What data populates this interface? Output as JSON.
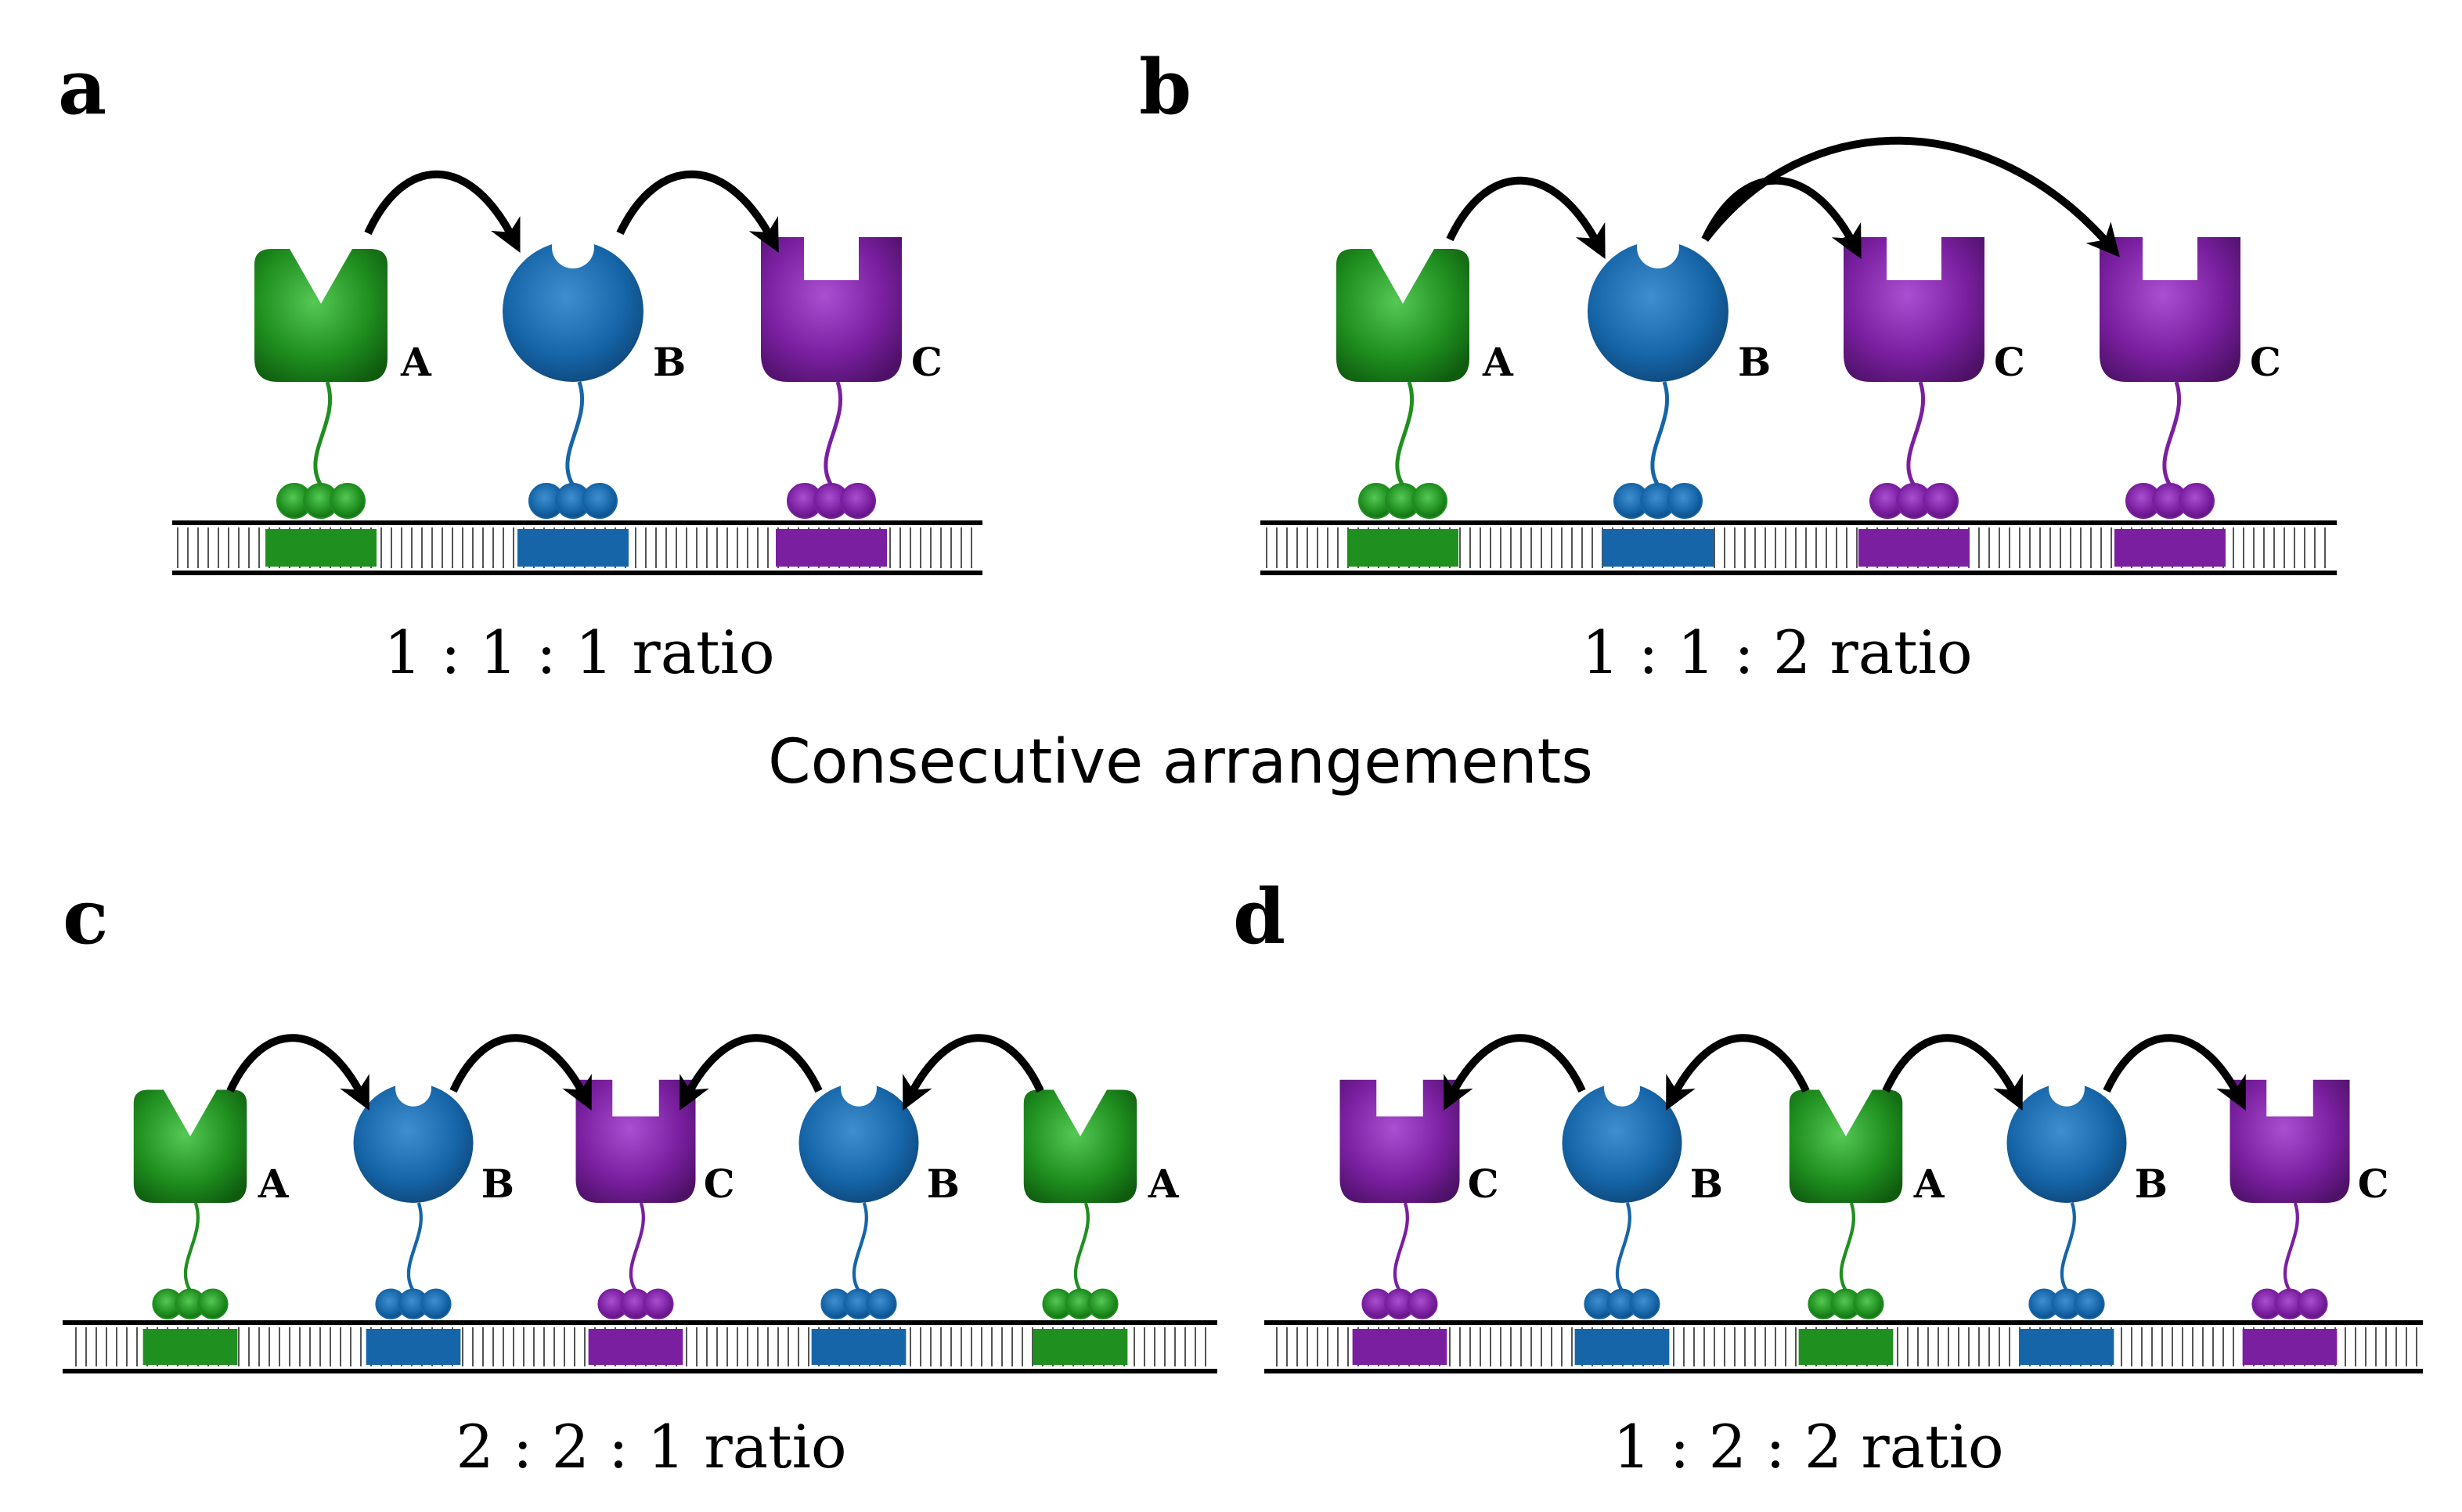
{
  "title": "Consecutive arrangements",
  "colors": {
    "A": "#1f8f1f",
    "B": "#1565a8",
    "C": "#7a1fa0"
  },
  "enzymes": {
    "A": {
      "label": "A",
      "shape": "v-notch-cup"
    },
    "B": {
      "label": "B",
      "shape": "notched-sphere"
    },
    "C": {
      "label": "C",
      "shape": "u-notch-cup"
    }
  },
  "panels": [
    {
      "letter": "a",
      "ratio": "1 : 1 : 1 ratio",
      "order": [
        "A",
        "B",
        "C"
      ],
      "arrows": [
        [
          0,
          1
        ],
        [
          1,
          2
        ]
      ]
    },
    {
      "letter": "b",
      "ratio": "1 : 1 : 2 ratio",
      "order": [
        "A",
        "B",
        "C",
        "C"
      ],
      "arrows": [
        [
          0,
          1
        ],
        [
          1,
          2
        ],
        [
          1,
          3
        ]
      ]
    },
    {
      "letter": "c",
      "ratio": "2 : 2 : 1 ratio",
      "order": [
        "A",
        "B",
        "C",
        "B",
        "A"
      ],
      "arrows": [
        [
          0,
          1
        ],
        [
          1,
          2
        ],
        [
          3,
          2
        ],
        [
          4,
          3
        ]
      ]
    },
    {
      "letter": "d",
      "ratio": "1 : 2 : 2 ratio",
      "order": [
        "C",
        "B",
        "A",
        "B",
        "C"
      ],
      "arrows": [
        [
          1,
          0
        ],
        [
          2,
          1
        ],
        [
          2,
          3
        ],
        [
          3,
          4
        ]
      ]
    }
  ]
}
